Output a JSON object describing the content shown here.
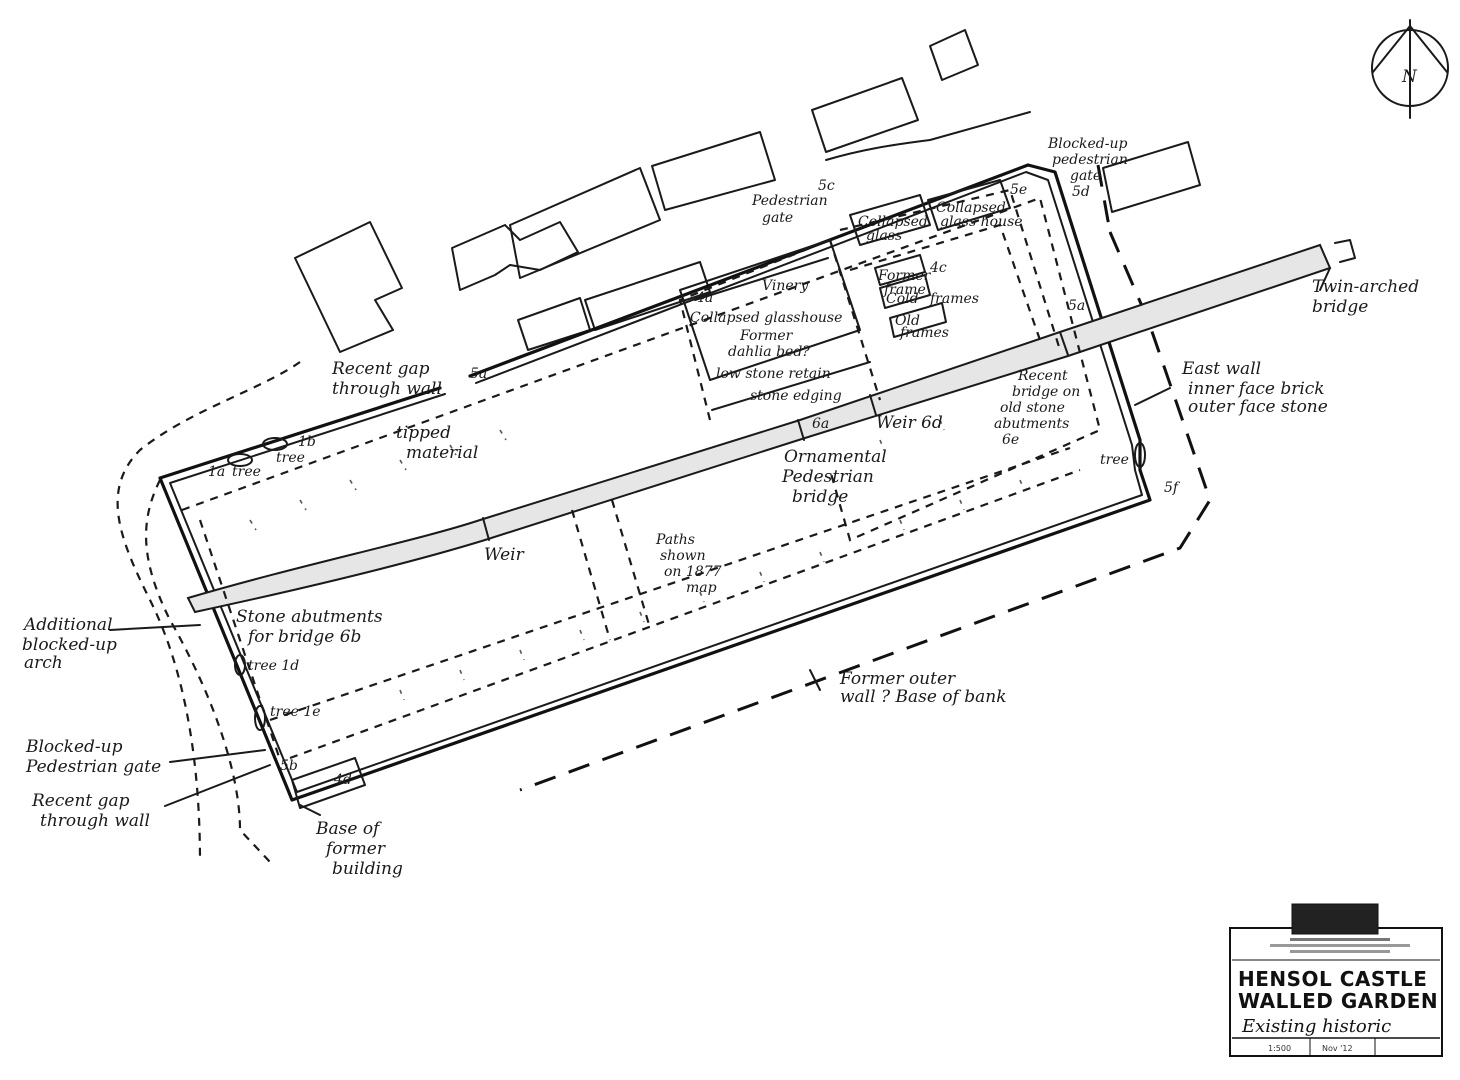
{
  "north_arrow": {
    "label": "N"
  },
  "labels": {
    "blocked_up_gate_ne": [
      "Blocked-up",
      "pedestrian",
      "gate",
      "5d"
    ],
    "pedestrian_gate": [
      "Pedestrian",
      "gate",
      "5c"
    ],
    "vinery": [
      "4a",
      "Vinery",
      "Collapsed glasshouse"
    ],
    "dahlia_bed": [
      "Former",
      "dahlia bed?"
    ],
    "low_stone_retain": "low stone retain",
    "stone_edging": "stone edging",
    "collapsed_glasshouse": [
      "Collapsed",
      "glass"
    ],
    "collapsed_glass_small": [
      "Collapsed",
      "glass house"
    ],
    "frames": [
      "Former",
      "frame",
      "Cold",
      "frames",
      "Old",
      "frames"
    ],
    "num_4c": "4c",
    "num_5e": "5e",
    "num_5a": "5a",
    "twin_arched_bridge": [
      "Twin-arched",
      "bridge"
    ],
    "recent_gap_top": [
      "Recent gap",
      "through wall"
    ],
    "tipped_material": [
      "tipped",
      "material"
    ],
    "trees_nw": [
      "1a",
      "tree",
      "1b",
      "tree"
    ],
    "weir_6d": "Weir 6d",
    "ornamental_bridge": [
      "Ornamental",
      "Pedestrian",
      "bridge"
    ],
    "num_6a": "6a",
    "recent_bridge": [
      "Recent",
      "bridge on",
      "old stone",
      "abutments",
      "6e"
    ],
    "east_wall": [
      "East wall",
      "inner face brick",
      "outer face stone"
    ],
    "tree_e": "tree",
    "num_5f": "5f",
    "weir": "Weir",
    "paths_1877": [
      "Paths",
      "shown",
      "on 1877",
      "map"
    ],
    "additional_arch": [
      "Additional",
      "blocked-up",
      "arch"
    ],
    "stone_abutments": [
      "Stone abutments",
      "for bridge 6b"
    ],
    "tree_1d": "tree 1d",
    "tree_1e": "tree 1e",
    "former_outer_wall": [
      "Former outer",
      "wall ? Base of bank"
    ],
    "blocked_up_gate_w": [
      "Blocked-up",
      "Pedestrian gate"
    ],
    "num_5b": "5b",
    "recent_gap_bottom": [
      "Recent gap",
      "through wall"
    ],
    "num_4d": "4d",
    "base_former_building": [
      "Base of",
      "former",
      "building"
    ]
  },
  "title_block": {
    "line1": "HENSOL CASTLE",
    "line2": "WALLED GARDEN",
    "line3": "Existing historic",
    "scale": "1:500",
    "date": "Nov '12"
  }
}
